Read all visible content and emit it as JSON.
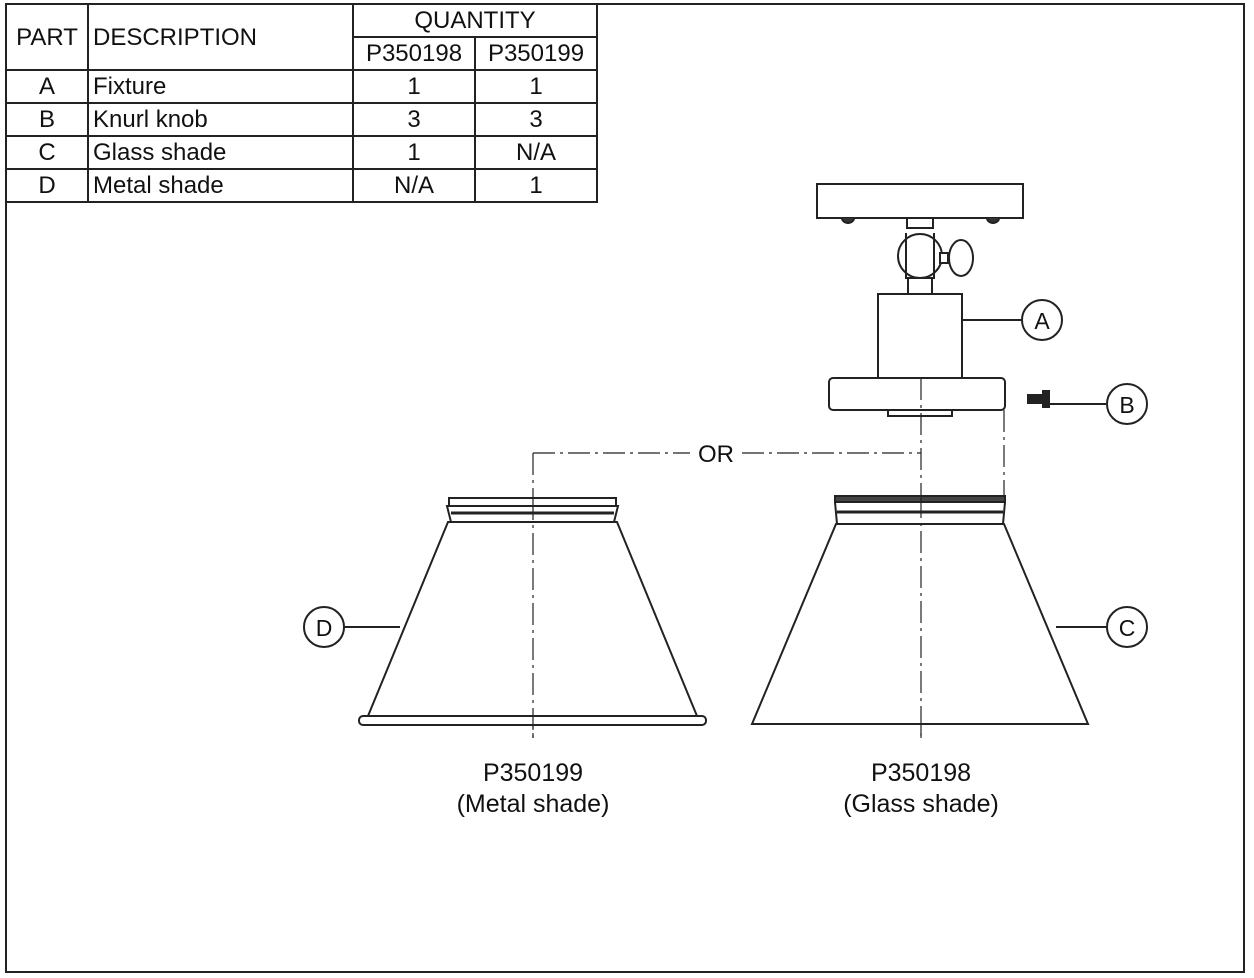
{
  "table": {
    "headers": {
      "part": "PART",
      "description": "DESCRIPTION",
      "quantity": "QUANTITY",
      "models": [
        "P350198",
        "P350199"
      ]
    },
    "rows": [
      {
        "part": "A",
        "description": "Fixture",
        "q1": "1",
        "q2": "1"
      },
      {
        "part": "B",
        "description": "Knurl knob",
        "q1": "3",
        "q2": "3"
      },
      {
        "part": "C",
        "description": "Glass shade",
        "q1": "1",
        "q2": "N/A"
      },
      {
        "part": "D",
        "description": "Metal shade",
        "q1": "N/A",
        "q2": "1"
      }
    ]
  },
  "diagram": {
    "callouts": {
      "a": "A",
      "b": "B",
      "c": "C",
      "d": "D"
    },
    "or_label": "OR",
    "left_caption": {
      "model": "P350199",
      "desc": "(Metal shade)"
    },
    "right_caption": {
      "model": "P350198",
      "desc": "(Glass shade)"
    }
  }
}
